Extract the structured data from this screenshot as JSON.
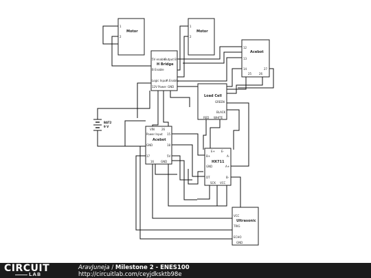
{
  "components": {
    "motor_left": {
      "title": "Motor",
      "pins": [
        "1",
        "2"
      ]
    },
    "motor_right": {
      "title": "Motor",
      "pins": [
        "1",
        "2"
      ]
    },
    "hbridge": {
      "title": "H Bridge",
      "labels": [
        "5V enable",
        "Output B",
        "B Enable",
        "Logic Input",
        "A Enable",
        "12V Power",
        "GND"
      ]
    },
    "acebot_right": {
      "title": "Acebot",
      "pins": [
        "12",
        "13",
        "14",
        "25",
        "26",
        "27"
      ]
    },
    "load_cell": {
      "title": "Load Cell",
      "pins": [
        "GREEN",
        "BLACK",
        "RED",
        "WHITE"
      ]
    },
    "battery": {
      "title": "BAT2",
      "value": "9 V"
    },
    "acebot_main": {
      "title": "Acebot",
      "labels": [
        "VIN",
        "26",
        "Power Input",
        "15",
        "GND",
        "18",
        "17",
        "5V",
        "16",
        "GND"
      ]
    },
    "hx711": {
      "title": "HX711",
      "labels": [
        "E+",
        "E-",
        "B+",
        "A-",
        "GND",
        "A+",
        "DT",
        "B-",
        "SCK",
        "VCC"
      ]
    },
    "ultrasonic": {
      "title": "Ultrasonic",
      "pins": [
        "VCC",
        "TRIG",
        "ECHO",
        "GND"
      ]
    }
  },
  "footer": {
    "logo_main": "CIRCUIT",
    "logo_sub": "LAB",
    "author": "AravJuneja",
    "separator": "/",
    "project": "Milestone 2 - ENES100",
    "url": "http://circuitlab.com/ceyjdksktb98e"
  }
}
